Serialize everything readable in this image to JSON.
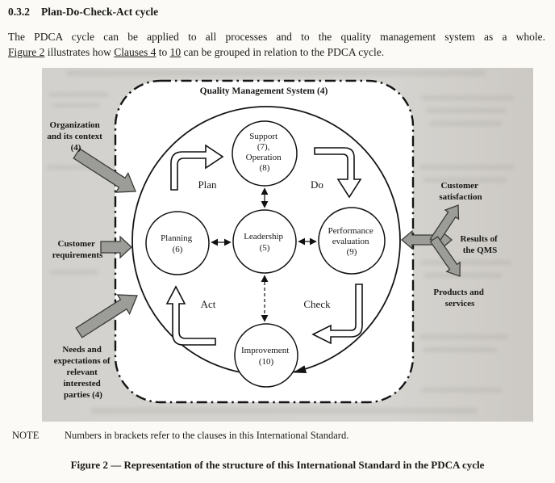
{
  "document": {
    "heading_number": "0.3.2",
    "heading_title": "Plan-Do-Check-Act cycle",
    "para_line1": "The PDCA cycle can be applied to all processes and to the quality management system as a whole.",
    "para_seg_figure": "Figure 2",
    "para_seg_mid1": " illustrates how ",
    "para_seg_clauses": "Clauses 4",
    "para_seg_mid2": " to ",
    "para_seg_ten": "10",
    "para_seg_end": " can be grouped in relation to the PDCA cycle.",
    "note_label": "NOTE",
    "note_text": "Numbers in brackets refer to the clauses in this International Standard.",
    "caption": "Figure 2 — Representation of the structure of this International Standard in the PDCA cycle"
  },
  "diagram": {
    "qms_label": "Quality Management System (4)",
    "phases": {
      "plan": "Plan",
      "do": "Do",
      "check": "Check",
      "act": "Act"
    },
    "nodes": {
      "support": {
        "l1": "Support",
        "l2": "(7),",
        "l3": "Operation",
        "l4": "(8)"
      },
      "planning": {
        "l1": "Planning",
        "l2": "(6)"
      },
      "leadership": {
        "l1": "Leadership",
        "l2": "(5)"
      },
      "performance": {
        "l1": "Performance",
        "l2": "evaluation",
        "l3": "(9)"
      },
      "improvement": {
        "l1": "Improvement",
        "l2": "(10)"
      }
    },
    "inputs": {
      "organization": {
        "l1": "Organization",
        "l2": "and its context",
        "l3": "(4)"
      },
      "customer_requirements": {
        "l1": "Customer",
        "l2": "requirements"
      },
      "needs": {
        "l1": "Needs and",
        "l2": "expectations of",
        "l3": "relevant",
        "l4": "interested",
        "l5": "parties (4)"
      }
    },
    "outputs": {
      "customer_satisfaction": {
        "l1": "Customer",
        "l2": "satisfaction"
      },
      "results": {
        "l1": "Results of",
        "l2": "the QMS"
      },
      "products": {
        "l1": "Products and",
        "l2": "services"
      }
    },
    "colors": {
      "arrow_fill": "#9c9c98",
      "arrow_stroke": "#3a3a38",
      "paper_gray": "#d3d1cd",
      "ink": "#161614"
    }
  }
}
